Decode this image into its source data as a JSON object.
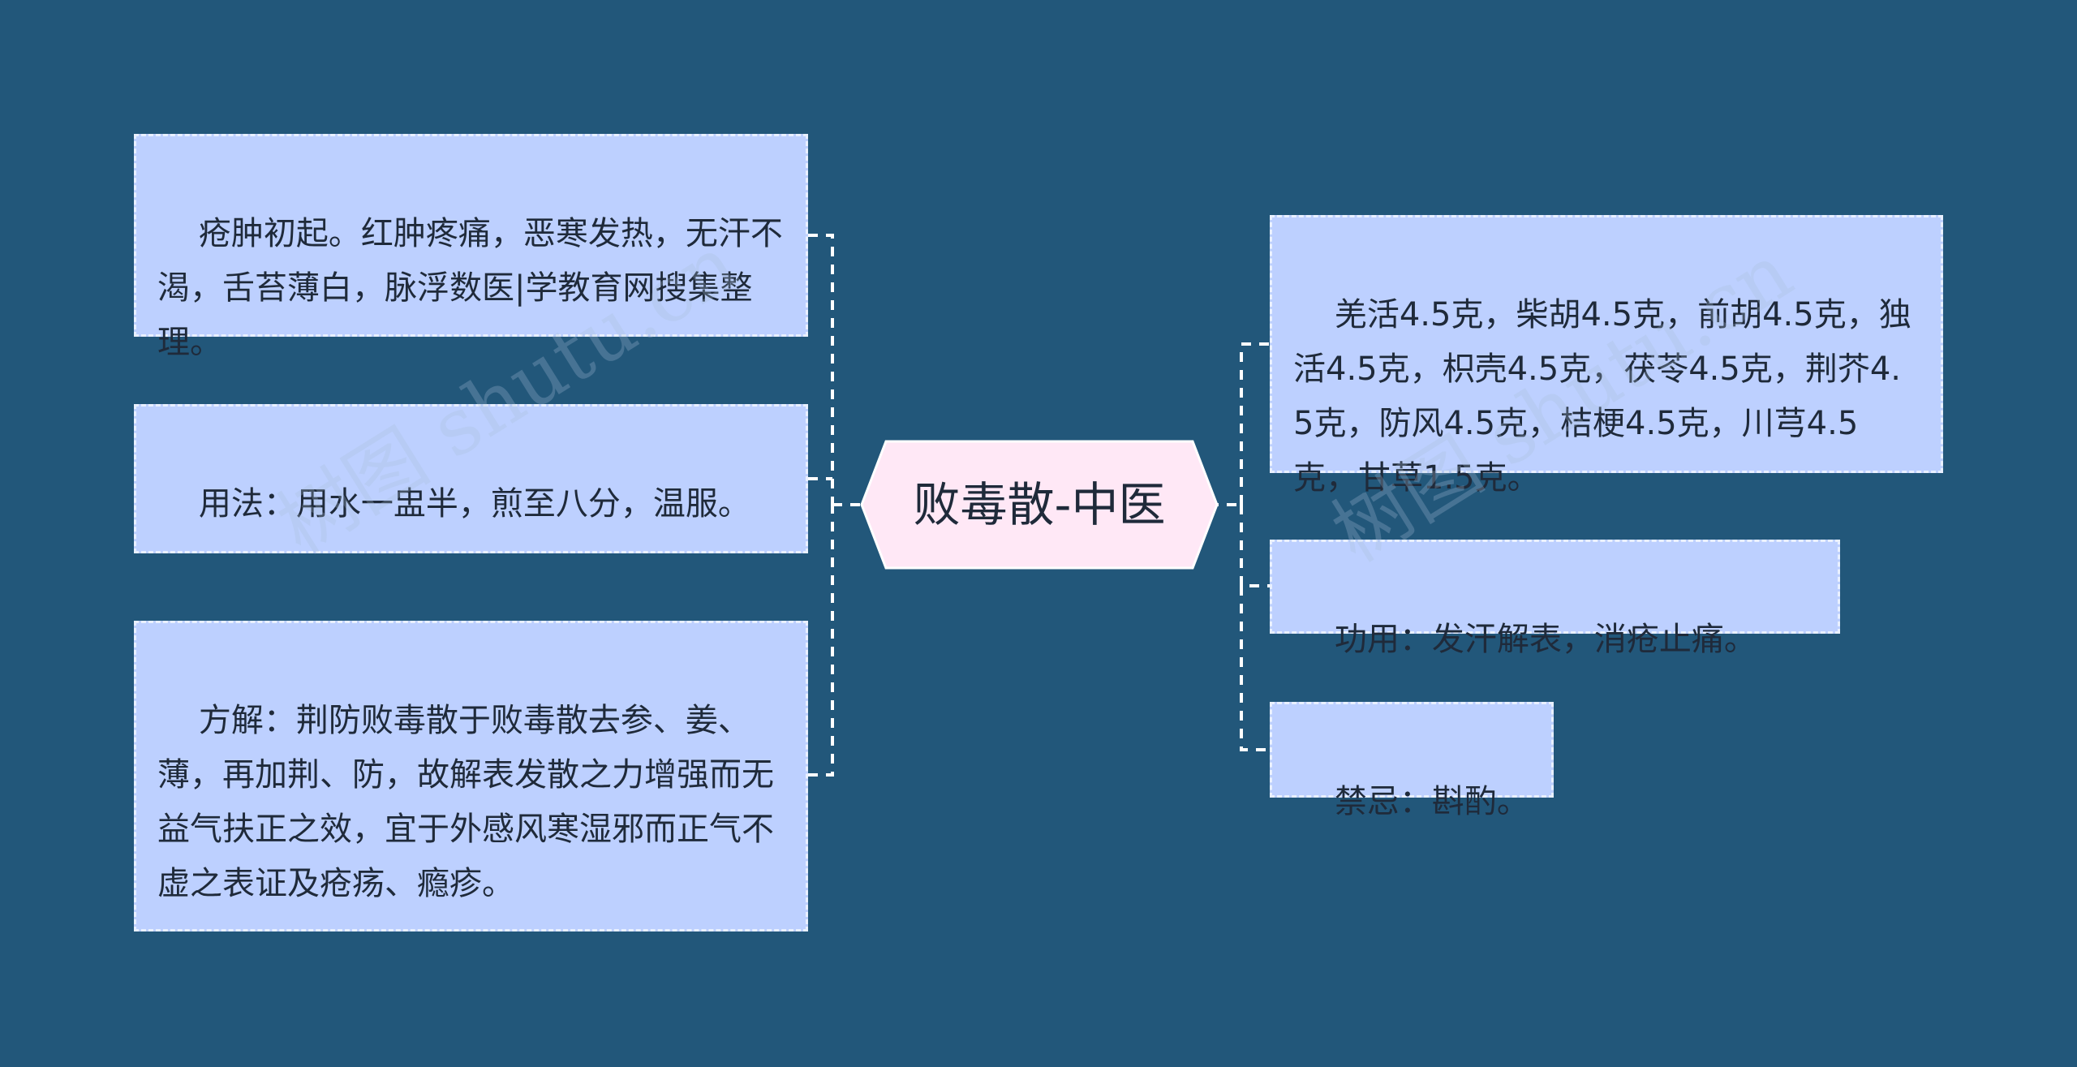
{
  "central": {
    "label": "败毒散-中医"
  },
  "left_nodes": [
    {
      "text": "疮肿初起。红肿疼痛，恶寒发热，无汗不渴，舌苔薄白，脉浮数医|学教育网搜集整理。"
    },
    {
      "text": "用法：用水一盅半，煎至八分，温服。"
    },
    {
      "text": "方解：荆防败毒散于败毒散去参、姜、薄，再加荆、防，故解表发散之力增强而无益气扶正之效，宜于外感风寒湿邪而正气不虚之表证及疮疡、瘾疹。"
    }
  ],
  "right_nodes": [
    {
      "text": "羌活4.5克，柴胡4.5克，前胡4.5克，独活4.5克，枳壳4.5克，茯苓4.5克，荆芥4.5克，防风4.5克，桔梗4.5克，川芎4.5克，甘草1.5克。"
    },
    {
      "text": "功用：发汗解表，消疮止痛。"
    },
    {
      "text": "禁忌：斟酌。"
    }
  ],
  "watermarks": [
    {
      "text": "树图 shutu.cn"
    },
    {
      "text": "树图 shutu.cn"
    }
  ],
  "colors": {
    "background": "#22577a",
    "node_fill": "#bdd0ff",
    "node_border": "#e9f0ff",
    "central_fill": "#ffe8f6",
    "connector": "#ffffff"
  }
}
